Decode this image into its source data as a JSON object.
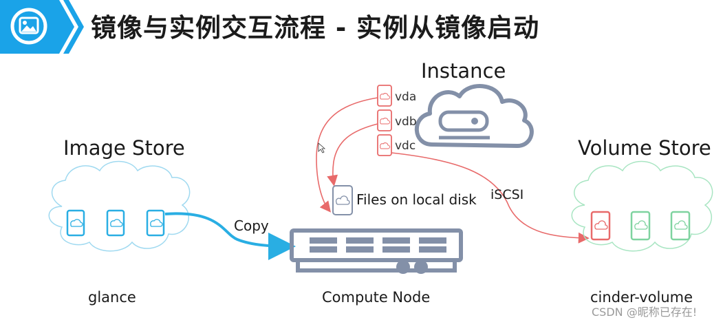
{
  "header": {
    "title": "镜像与实例交互流程 - 实例从镜像启动",
    "icon": "image-icon",
    "accent_color": "#1aa3e8"
  },
  "diagram": {
    "instance_label": "Instance",
    "image_store_label": "Image Store",
    "volume_store_label": "Volume Store",
    "glance_label": "glance",
    "compute_node_label": "Compute Node",
    "cinder_label": "cinder-volume",
    "files_label": "Files on local disk",
    "iscsi_label": "iSCSI",
    "copy_label": "Copy",
    "disks": [
      "vda",
      "vdb",
      "vdc"
    ]
  },
  "colors": {
    "blue": "#29aee3",
    "red": "#e86a6a",
    "green": "#7fd3a0",
    "gray": "#8390a8"
  },
  "watermark": "CSDN @昵称已存在!"
}
